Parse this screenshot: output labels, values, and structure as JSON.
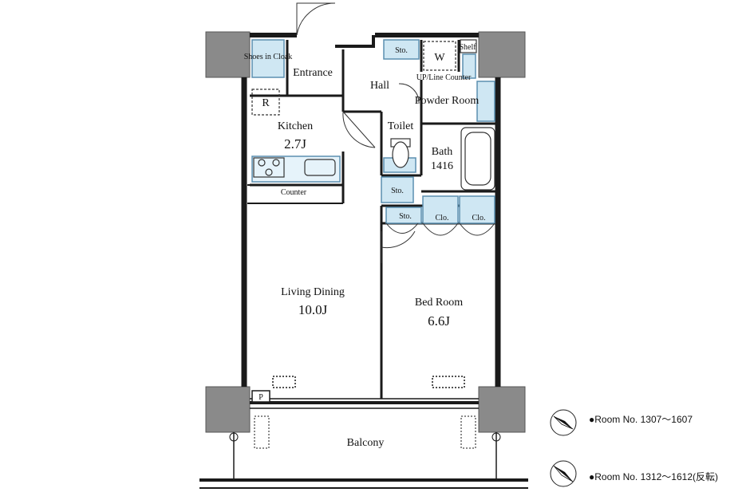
{
  "rooms": {
    "shoes_in_cloak": "Shoes in Cloak",
    "entrance": "Entrance",
    "hall": "Hall",
    "storage_top": "Sto.",
    "washer": "W",
    "shelf": "Shelf",
    "up_line_counter": "UP/Line Counter",
    "powder_room": "Powder Room",
    "refrigerator": "R",
    "kitchen": "Kitchen",
    "kitchen_size": "2.7J",
    "toilet": "Toilet",
    "bath": "Bath",
    "bath_size": "1416",
    "counter": "Counter",
    "storage_mid": "Sto.",
    "storage_bed": "Sto.",
    "closet_1": "Clo.",
    "closet_2": "Clo.",
    "living_dining": "Living Dining",
    "living_dining_size": "10.0J",
    "bed_room": "Bed Room",
    "bed_room_size": "6.6J",
    "pipe_space": "P",
    "balcony": "Balcony"
  },
  "notes": [
    "●Room No. 1307〜1607",
    "●Room No. 1312〜1612(反転)"
  ],
  "colors": {
    "wall": "#1a1a1a",
    "column": "#8a8a8a",
    "fixture_fill": "#cfe7f3",
    "fixture_stroke": "#5b8fb0",
    "background": "#ffffff"
  }
}
